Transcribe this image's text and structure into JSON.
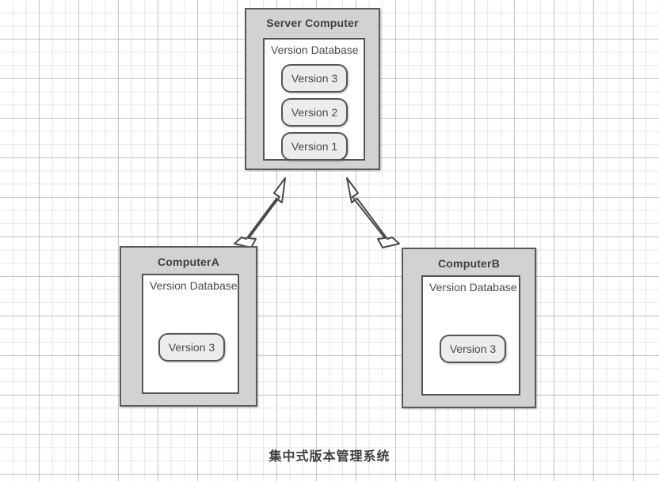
{
  "diagram": {
    "caption": "集中式版本管理系统",
    "colors": {
      "machine_fill": "#d2d2d2",
      "machine_border": "#5a5a5a",
      "db_fill": "#ffffff",
      "db_border": "#555555",
      "pill_fill": "#ececec",
      "pill_border": "#555555",
      "text": "#3f3f3f",
      "arrow_fill": "#ffffff",
      "arrow_stroke": "#4a4a4a",
      "grid_major": "#a8a8b0",
      "grid_minor": "#c4c4cc"
    },
    "nodes": {
      "server": {
        "title": "Server Computer",
        "database_label": "Version Database",
        "versions": [
          {
            "label": "Version 3"
          },
          {
            "label": "Version 2"
          },
          {
            "label": "Version 1"
          }
        ]
      },
      "computer_a": {
        "title": "ComputerA",
        "database_label": "Version Database",
        "versions": [
          {
            "label": "Version 3"
          }
        ]
      },
      "computer_b": {
        "title": "ComputerB",
        "database_label": "Version Database",
        "versions": [
          {
            "label": "Version 3"
          }
        ]
      }
    },
    "connectors": [
      {
        "name": "server-to-computer-a",
        "style": "double-headed-block-arrow"
      },
      {
        "name": "server-to-computer-b",
        "style": "double-headed-block-arrow"
      }
    ]
  }
}
